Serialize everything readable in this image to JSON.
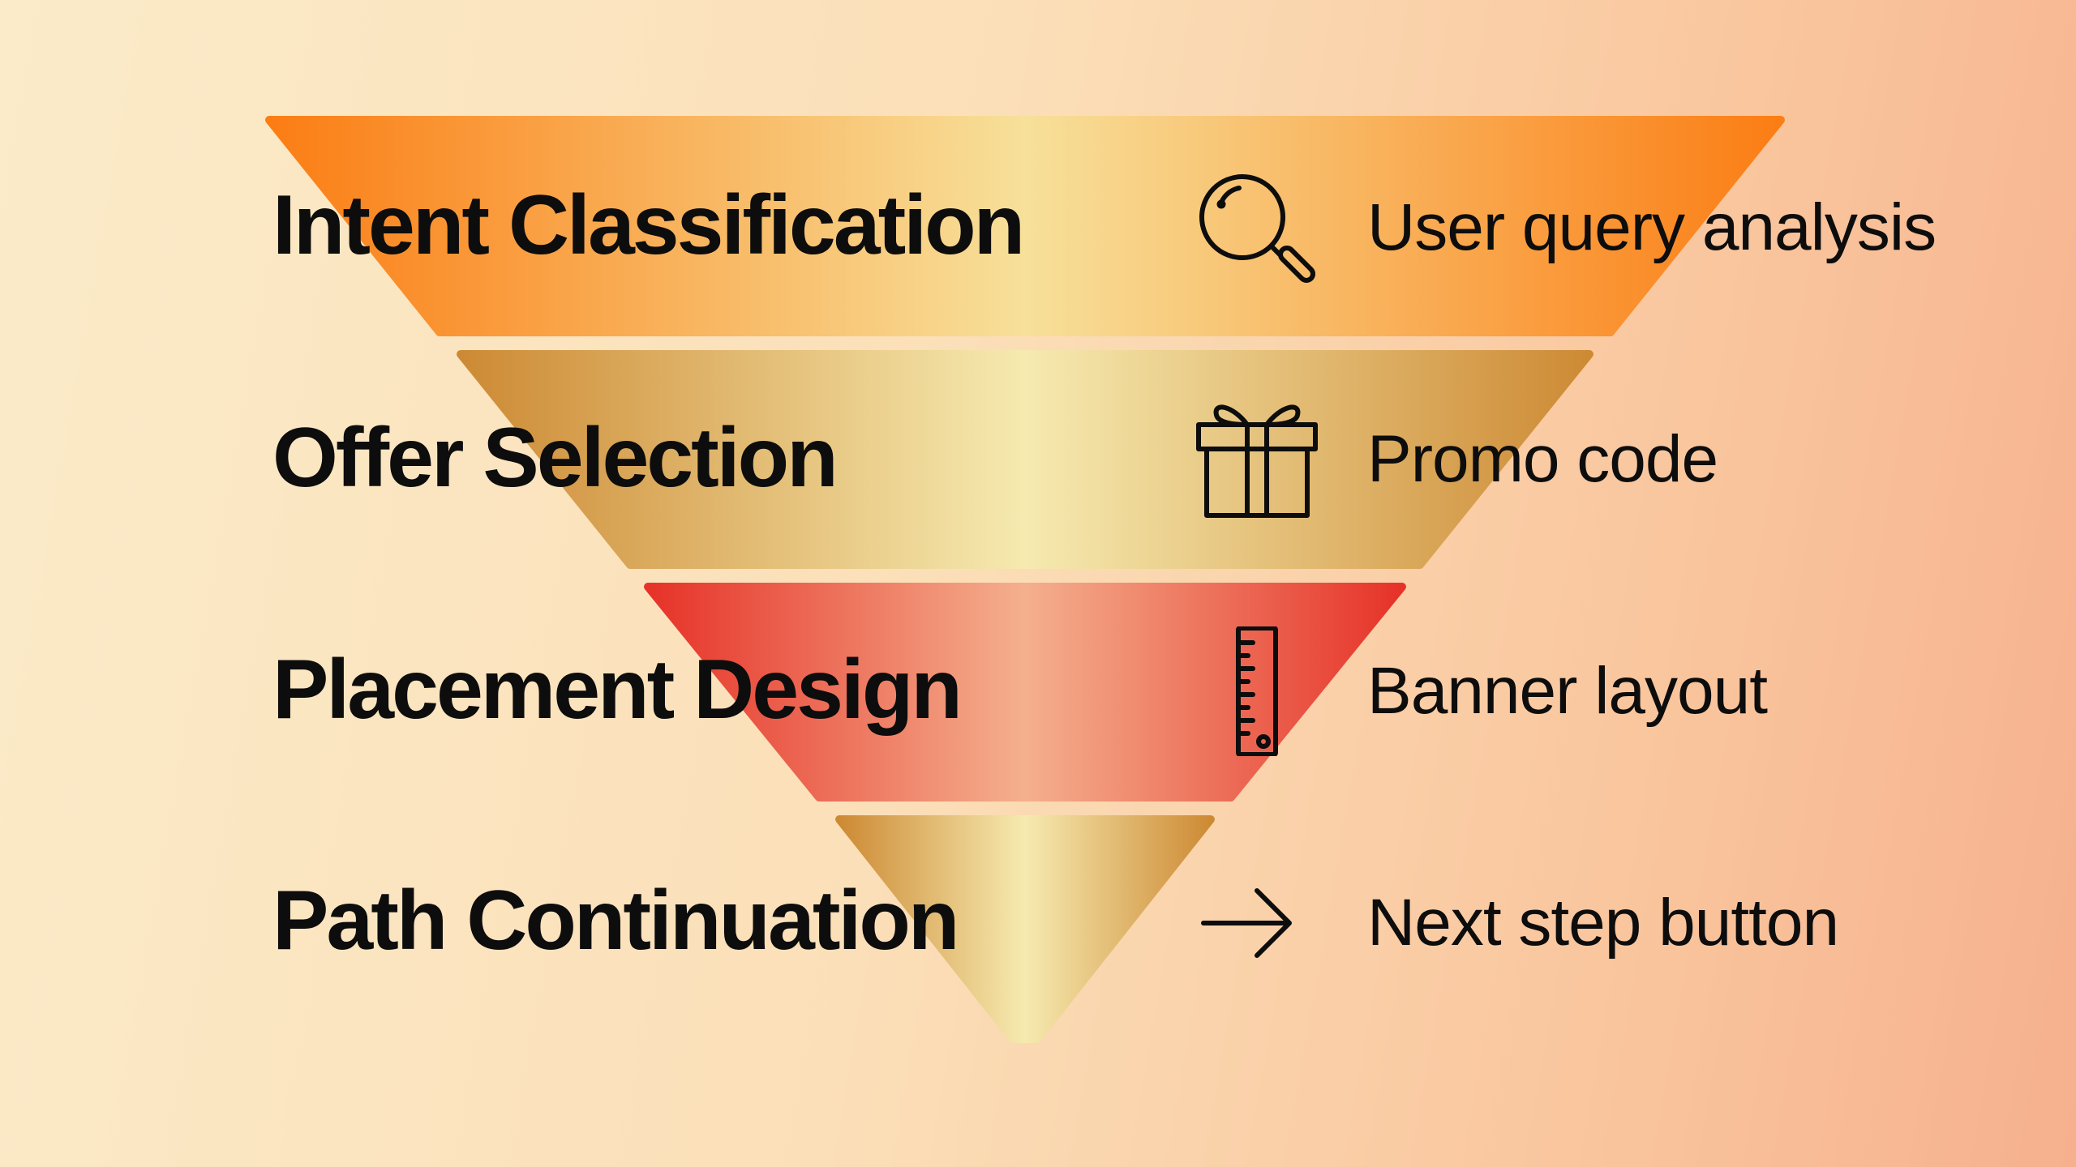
{
  "stages": [
    {
      "title": "Intent Classification",
      "description": "User query analysis",
      "icon": "magnifier-icon",
      "colors": {
        "edge": "#fb7d14",
        "mid": "#f7e09a"
      }
    },
    {
      "title": "Offer Selection",
      "description": "Promo code",
      "icon": "gift-icon",
      "colors": {
        "edge": "#cd8a34",
        "mid": "#f6eab0"
      }
    },
    {
      "title": "Placement Design",
      "description": "Banner layout",
      "icon": "ruler-icon",
      "colors": {
        "edge": "#e63228",
        "mid": "#f4b08e"
      }
    },
    {
      "title": "Path Continuation",
      "description": "Next step button",
      "icon": "arrow-right-icon",
      "colors": {
        "edge": "#cd8a34",
        "mid": "#f6eab0"
      }
    }
  ]
}
